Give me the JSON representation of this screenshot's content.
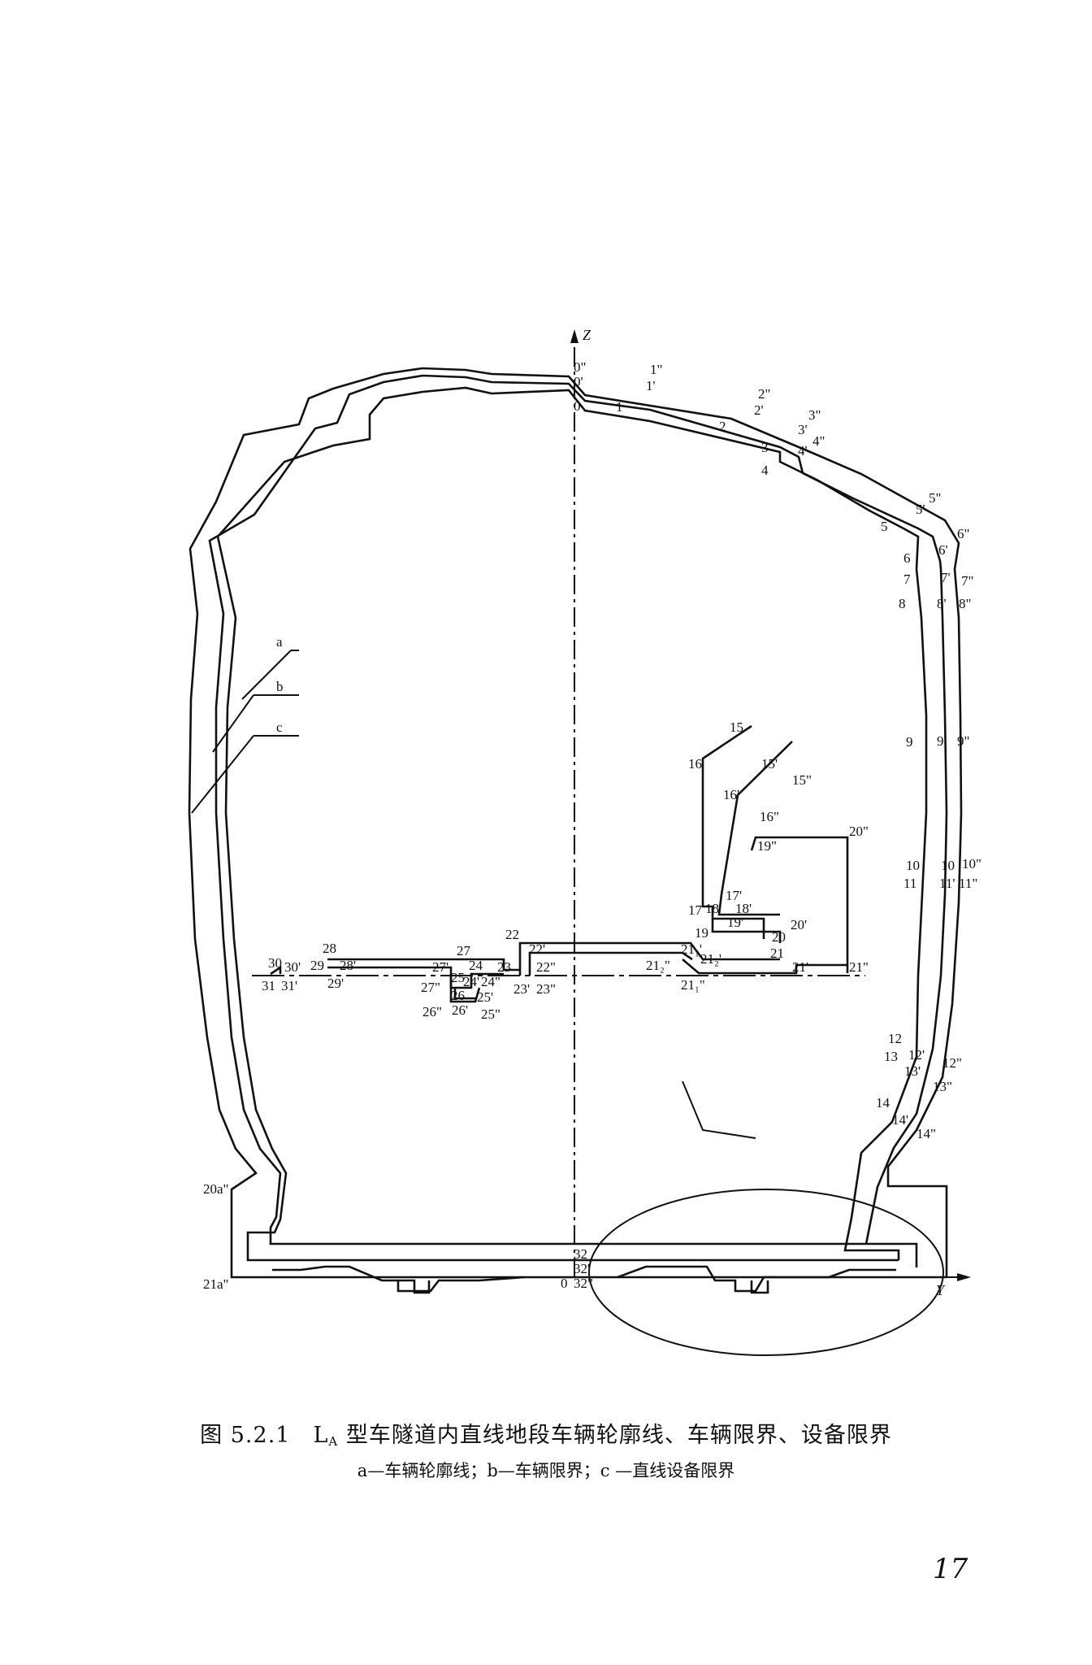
{
  "axes": {
    "z": "Z",
    "y": "Y"
  },
  "curves": [
    {
      "key": "a",
      "name": "车辆轮廓线"
    },
    {
      "key": "b",
      "name": "车辆限界"
    },
    {
      "key": "c",
      "name": "直线设备限界"
    }
  ],
  "points": {
    "top": [
      "0\"",
      "0'",
      "0",
      "1\"",
      "1'",
      "1",
      "2\"",
      "2'",
      "2",
      "3\"",
      "3'",
      "3",
      "4\"",
      "4'",
      "4"
    ],
    "right_side": [
      "5\"",
      "5'",
      "5",
      "6\"",
      "6'",
      "6",
      "7\"",
      "7'",
      "7",
      "8\"",
      "8'",
      "8",
      "9\"",
      "9'",
      "9",
      "10\"",
      "10",
      "10",
      "11\"",
      "11'",
      "11",
      "12\"",
      "12'",
      "12",
      "13\"",
      "13'",
      "13",
      "14\"",
      "14'",
      "14"
    ],
    "equipment": [
      "15",
      "15'",
      "15\"",
      "16",
      "16'",
      "16\"",
      "17",
      "17'",
      "18",
      "18'",
      "19",
      "19'",
      "19\"",
      "20",
      "20'",
      "20\"",
      "21",
      "21'",
      "21\"",
      "21₁'",
      "21₁\"",
      "21₂'",
      "21₂\""
    ],
    "floor_level": [
      "22",
      "22'",
      "22\"",
      "23",
      "23'",
      "23\"",
      "24",
      "24'",
      "24\"",
      "25",
      "25'",
      "25\"",
      "26",
      "26'",
      "26\"",
      "27",
      "27'",
      "27\"",
      "28",
      "28'",
      "29",
      "29'",
      "30",
      "30'",
      "31",
      "31'"
    ],
    "bottom": [
      "20a\"",
      "21a\"",
      "32",
      "32'",
      "32\"",
      "0"
    ]
  },
  "caption": {
    "title_prefix": "图 5.2.1　L",
    "title_sub": "A",
    "title_rest": " 型车隧道内直线地段车辆轮廓线、车辆限界、设备限界",
    "legend": "a—车辆轮廓线；b—车辆限界；c —直线设备限界"
  },
  "page_number": "17"
}
